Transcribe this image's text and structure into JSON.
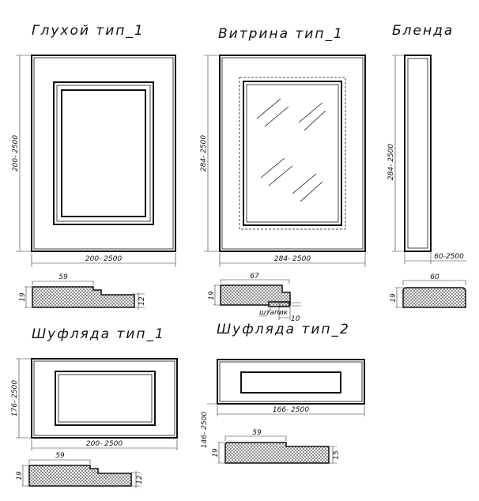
{
  "titles": {
    "blind": "Глухой тип_1",
    "showcase": "Витрина тип_1",
    "blenda": "Бленда",
    "drawer1": "Шуфляда тип_1",
    "drawer2": "Шуфляда тип_2"
  },
  "dims": {
    "blind_h": "200- 2500",
    "blind_w": "200- 2500",
    "showcase_h": "284- 2500",
    "showcase_w": "284- 2500",
    "blenda_h": "284- 2500",
    "blenda_w": "60-2500",
    "drawer1_h": "176- 2500",
    "drawer1_w": "200- 2500",
    "drawer2_h": "146- 2500",
    "drawer2_w": "166- 2500"
  },
  "profiles": {
    "blind": {
      "width": "59",
      "height": "19",
      "edge": "12"
    },
    "showcase": {
      "width": "67",
      "height": "19",
      "bead": "10",
      "bead_label": "штапик"
    },
    "blenda": {
      "width": "60",
      "height": "19"
    },
    "drawer1": {
      "width": "59",
      "height": "19",
      "edge": "12"
    },
    "drawer2": {
      "width": "59",
      "height": "19",
      "edge": "15"
    }
  }
}
